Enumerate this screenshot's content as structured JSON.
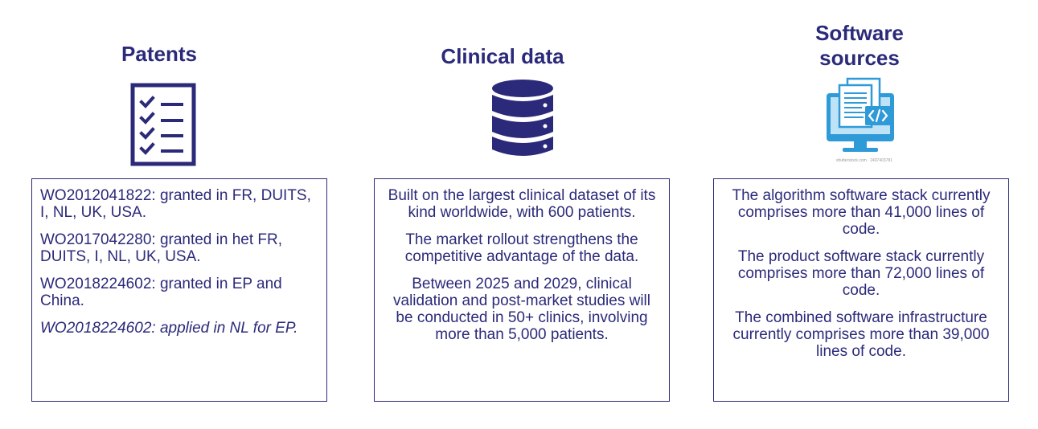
{
  "patents": {
    "title": "Patents",
    "items": [
      "WO2012041822: granted in FR, DUITS, I, NL, UK, USA.",
      "WO2017042280: granted in het FR, DUITS, I, NL, UK, USA.",
      "WO2018224602: granted in EP and China.",
      "WO2018224602: applied in NL for EP."
    ]
  },
  "clinical": {
    "title": "Clinical data",
    "items": [
      "Built on the largest clinical dataset of its kind worldwide, with 600 patients.",
      "The market rollout strengthens the competitive advantage of the data.",
      "Between 2025 and 2029, clinical validation and post-market studies will be conducted in 50+ clinics, involving more than 5,000 patients."
    ]
  },
  "software": {
    "title_line1": "Software",
    "title_line2": "sources",
    "watermark": "shutterstock.com · 2407403781",
    "items": [
      "The algorithm software stack currently comprises more than 41,000 lines of code.",
      "The product software stack currently comprises more than 72,000 lines of code.",
      "The combined software infrastructure currently comprises more than 39,000 lines of code."
    ]
  },
  "colors": {
    "primary": "#2b2a7a",
    "icon_blue": "#2f9ad8",
    "icon_light": "#bfe3f6"
  },
  "icons": [
    "checklist-icon",
    "database-icon",
    "computer-code-icon"
  ]
}
